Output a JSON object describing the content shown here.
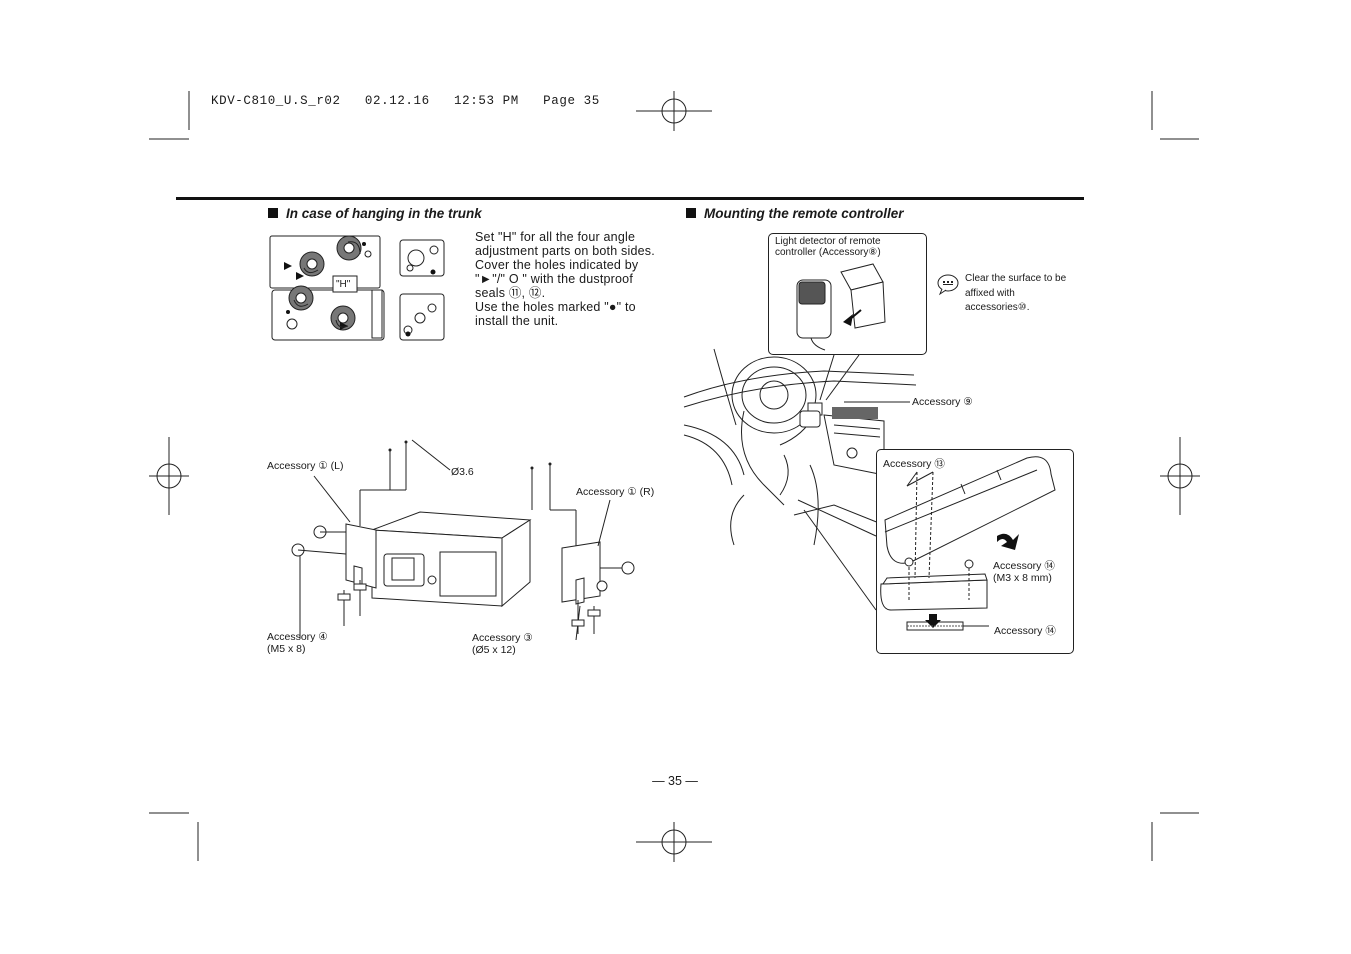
{
  "header": {
    "slug": "KDV-C810_U.S_r02   02.12.16   12:53 PM   Page 35"
  },
  "left_section": {
    "heading": "In case of hanging in the trunk",
    "instructions": [
      "Set \"H\" for all the four angle",
      "adjustment parts on both sides.",
      "Cover the holes indicated by",
      "\"►\"/\" O \" with the dustproof",
      "seals ⑪, ⑫.",
      "Use the holes marked \"●\" to",
      "install the unit."
    ],
    "h_label": "\"H\"",
    "labels": {
      "accessory_l": "Accessory ① (L)",
      "diameter": "Ø3.6",
      "accessory_r": "Accessory ① (R)",
      "accessory_4": "Accessory ④",
      "accessory_4_size": "(M5 x 8)",
      "accessory_3": "Accessory ③",
      "accessory_3_size": "(Ø5 x 12)"
    }
  },
  "right_section": {
    "heading": "Mounting the remote controller",
    "detector_label_1": "Light detector of remote",
    "detector_label_2": "controller (Accessory⑧)",
    "note_1": "Clear the surface to be",
    "note_2": "affixed with",
    "note_3": "accessories⑩.",
    "accessory_9": "Accessory ⑨",
    "accessory_13": "Accessory ⑬",
    "accessory_14a": "Accessory ⑭",
    "accessory_14a_size": "(M3 x 8 mm)",
    "accessory_14b": "Accessory ⑭"
  },
  "footer": {
    "page_number": "— 35 —"
  }
}
